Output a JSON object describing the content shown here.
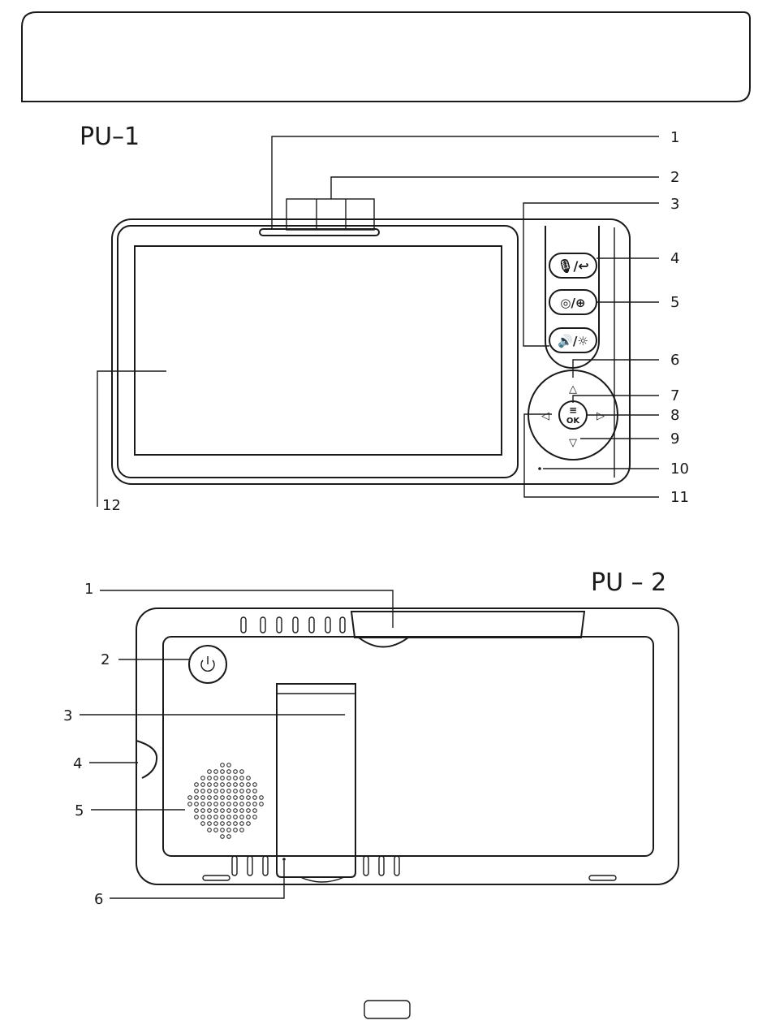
{
  "header_box": {
    "text": ""
  },
  "pu1": {
    "title": "PU–1",
    "callouts": [
      "1",
      "2",
      "3",
      "4",
      "5",
      "6",
      "7",
      "8",
      "9",
      "10",
      "11",
      "12"
    ],
    "buttons": [
      {
        "name": "talk-back-button",
        "icon": "microphone-return-icon"
      },
      {
        "name": "camera-zoom-button",
        "icon": "camera-magnifier-icon"
      },
      {
        "name": "volume-brightness-button",
        "icon": "speaker-sun-icon"
      }
    ],
    "ok_button": {
      "top": "≡",
      "bottom": "OK"
    }
  },
  "pu2": {
    "title": "PU – 2",
    "callouts": [
      "1",
      "2",
      "3",
      "4",
      "5",
      "6"
    ]
  },
  "page_number": ""
}
